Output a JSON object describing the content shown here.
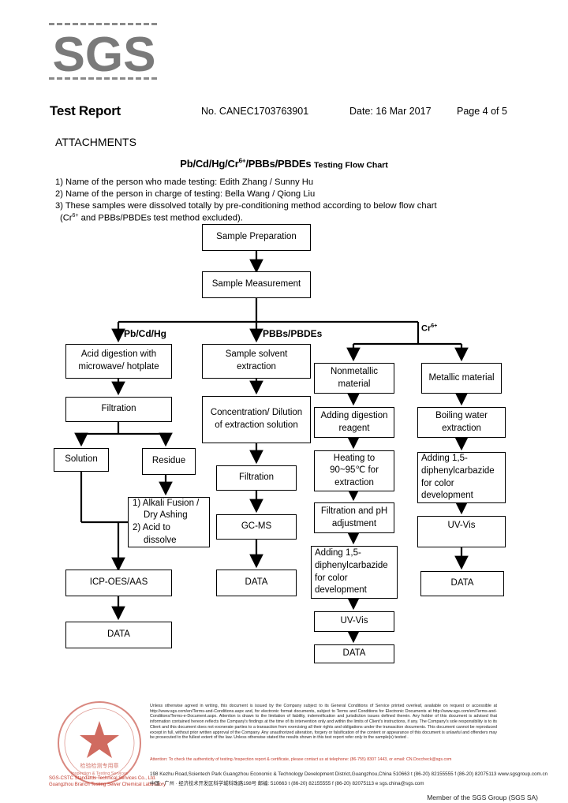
{
  "header": {
    "logo_text": "SGS",
    "report_title": "Test Report",
    "report_no": "No. CANEC1703763901",
    "date": "Date: 16 Mar 2017",
    "page": "Page 4 of 5"
  },
  "section_title": "ATTACHMENTS",
  "flow_title": {
    "main": "Pb/Cd/Hg/Cr6+/PBBs/PBDEs",
    "suffix": "Testing Flow Chart"
  },
  "notes": [
    "1) Name of the person who made testing: Edith Zhang / Sunny Hu",
    "2) Name of the person in charge of testing: Bella Wang / Qiong Liu",
    "3) These samples were dissolved totally by pre-conditioning method according to below flow chart",
    "(Cr6+ and PBBs/PBDEs test method excluded)."
  ],
  "flow": {
    "sample_preparation": "Sample Preparation",
    "sample_measurement": "Sample Measurement",
    "branch_pb": "Pb/Cd/Hg",
    "branch_pbb": "PBBs/PBDEs",
    "branch_cr": "Cr6+",
    "pb": {
      "acid": "Acid digestion with microwave/ hotplate",
      "filtration": "Filtration",
      "solution": "Solution",
      "residue": "Residue",
      "alkali_1": "1) Alkali Fusion /",
      "alkali_1b": "Dry Ashing",
      "alkali_2": "2) Acid to",
      "alkali_2b": "dissolve",
      "icp": "ICP-OES/AAS",
      "data": "DATA"
    },
    "pbb": {
      "extraction": "Sample solvent extraction",
      "concentration": "Concentration/ Dilution of extraction solution",
      "filtration": "Filtration",
      "gcms": "GC-MS",
      "data": "DATA"
    },
    "cr_nonmetal": {
      "title": "Nonmetallic material",
      "digestion": "Adding digestion reagent",
      "heating": "Heating to 90~95℃ for extraction",
      "filtration": "Filtration and pH adjustment",
      "adding": "Adding 1,5-diphenylcarbazide for color development",
      "uvvis": "UV-Vis",
      "data": "DATA"
    },
    "cr_metal": {
      "title": "Metallic material",
      "boiling": "Boiling water extraction",
      "adding": "Adding 1,5-diphenylcarbazide for color development",
      "uvvis": "UV-Vis",
      "data": "DATA"
    }
  },
  "footer": {
    "terms": "Unless otherwise agreed in writing, this document is issued by the Company subject to its General Conditions of Service printed overleaf, available on request or accessible at http://www.sgs.com/en/Terms-and-Conditions.aspx and, for electronic format documents, subject to Terms and Conditions for Electronic Documents at http://www.sgs.com/en/Terms-and-Conditions/Terms-e-Document.aspx. Attention is drawn to the limitation of liability, indemnification and jurisdiction issues defined therein. Any holder of this document is advised that information contained hereon reflects the Company's findings at the time of its intervention only and within the limits of Client's instructions, if any. The Company's sole responsibility is to its Client and this document does not exonerate parties to a transaction from exercising all their rights and obligations under the transaction documents. This document cannot be reproduced except in full, without prior written approval of the Company. Any unauthorized alteration, forgery or falsification of the content or appearance of this document is unlawful and offenders may be prosecuted to the fullest extent of the law. Unless otherwise stated the results shown in this test report refer only to the sample(s) tested .",
    "attention": "Attention: To check the authenticity of testing /inspection report & certificate, please contact us at telephone: (86-755) 8307 1443, or email: CN.Doccheck@sgs.com",
    "addr_en": "198 Kezhu Road,Scientech Park Guangzhou Economic & Technology Development District,Guangzhou,China   510663   t (86-20) 82155555   f (86-20) 82075113   www.sgsgroup.com.cn",
    "addr_cn": "中国 · 广州 · 经济技术开发区科学城科珠路198号                              邮编: 510663   t (86-20) 82155555   f (86-20) 82075113   e sgs.china@sgs.com",
    "seal_lab_1": "SGS-CSTC Standards Technical Services Co., Ltd.",
    "seal_lab_2": "Guangzhou Branch Testing Sewer Chemical Laboratory",
    "seal_center_1": "检验检测专用章",
    "seal_center_2": "Inspection & Testing Services",
    "member": "Member of the SGS Group (SGS SA)"
  },
  "colors": {
    "seal_red": "#c0392b",
    "text": "#000000"
  }
}
